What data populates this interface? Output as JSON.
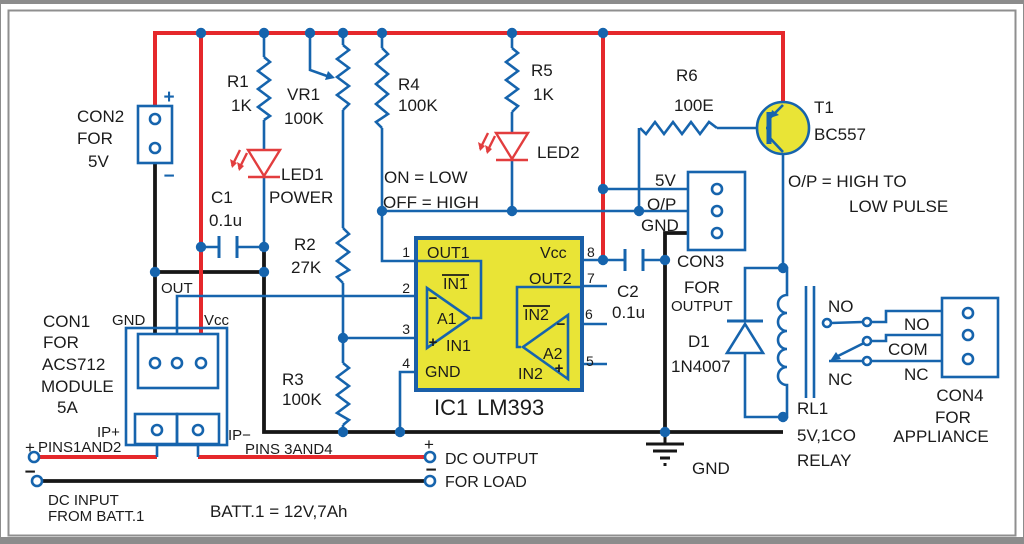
{
  "colors": {
    "wire_blue": "#1664ad",
    "wire_red": "#e5282b",
    "wire_black": "#161616",
    "component_yellow": "#e9e436",
    "led_red": "#e23d3e",
    "frame_gray": "#8c8c8c",
    "text_black": "#1b1b1b"
  },
  "comp": {
    "con2": {
      "ref": "CON2",
      "l2": "FOR",
      "l3": "5V",
      "plus": "+",
      "minus": "−"
    },
    "r1": {
      "ref": "R1",
      "val": "1K"
    },
    "vr1": {
      "ref": "VR1",
      "val": "100K"
    },
    "r2": {
      "ref": "R2",
      "val": "27K"
    },
    "r3": {
      "ref": "R3",
      "val": "100K"
    },
    "r4": {
      "ref": "R4",
      "val": "100K"
    },
    "r5": {
      "ref": "R5",
      "val": "1K"
    },
    "r6": {
      "ref": "R6",
      "val": "100E"
    },
    "c1": {
      "ref": "C1",
      "val": "0.1u"
    },
    "c2": {
      "ref": "C2",
      "val": "0.1u"
    },
    "led1": {
      "ref": "LED1",
      "cap": "POWER"
    },
    "led2": {
      "ref": "LED2"
    },
    "t1": {
      "ref": "T1",
      "val": "BC557"
    },
    "d1": {
      "ref": "D1",
      "val": "1N4007"
    },
    "ic1": {
      "ref": "IC1",
      "val": "LM393",
      "pins": [
        "1",
        "2",
        "3",
        "4",
        "5",
        "6",
        "7",
        "8"
      ],
      "out1": "OUT1",
      "vcc": "Vcc",
      "out2": "OUT2",
      "in1bar": "IN1",
      "in1": "IN1",
      "a1": "A1",
      "gnd": "GND",
      "in2bar": "IN2",
      "in2": "IN2",
      "a2": "A2",
      "minus": "−",
      "plus": "+"
    },
    "con1": {
      "ref": "CON1",
      "l2": "FOR",
      "l3": "ACS712",
      "l4": "MODULE",
      "l5": "5A",
      "gnd": "GND",
      "out": "OUT",
      "vcc": "Vcc",
      "ipp": "IP+",
      "ipm": "IP−"
    },
    "con3": {
      "ref": "CON3",
      "l2": "FOR",
      "l3": "OUTPUT",
      "p5v": "5V",
      "pop": "O/P",
      "pgnd": "GND"
    },
    "con4": {
      "ref": "CON4",
      "l2": "FOR",
      "l3": "APPLIANCE",
      "no": "NO",
      "com": "COM",
      "nc": "NC"
    },
    "rl1": {
      "ref": "RL1",
      "val1": "5V,1CO",
      "val2": "RELAY",
      "no": "NO",
      "nc": "NC"
    }
  },
  "notes": {
    "on_low": "ON = LOW",
    "off_high": "OFF = HIGH",
    "op1": "O/P = HIGH TO",
    "op2": "LOW PULSE",
    "pins12_plus": "+",
    "pins12": "PINS1AND2",
    "pins34": "PINS 3AND4",
    "dcin_plus": "+",
    "dcin_minus": "−",
    "dcin1": "DC INPUT",
    "dcin2": "FROM BATT.1",
    "batt": "BATT.1 = 12V,7Ah",
    "dcout_plus": "+",
    "dcout_minus": "−",
    "dcout1": "DC OUTPUT",
    "dcout2": "FOR LOAD",
    "gnd": "GND"
  }
}
